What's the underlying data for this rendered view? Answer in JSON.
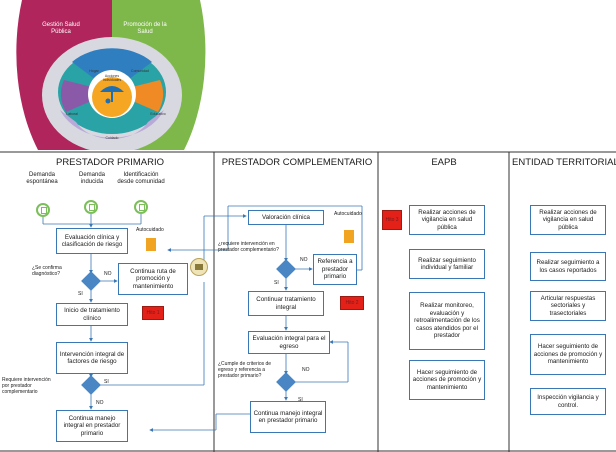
{
  "wheel": {
    "left_segment": "Gestión Salud Pública",
    "right_segment": "Promoción de la Salud",
    "center": "Acciones Individuales",
    "items": [
      "Hogar",
      "Comunidad",
      "Laboral",
      "Educativo"
    ],
    "bottom": "Cuidado"
  },
  "lanes": {
    "primario": "PRESTADOR PRIMARIO",
    "complementario": "PRESTADOR COMPLEMENTARIO",
    "eapb": "EAPB",
    "territorial": "ENTIDAD TERRITORIAL"
  },
  "primario": {
    "start1": "Demanda espontánea",
    "start2": "Demanda inducida",
    "start3": "Identificación desde comunidad",
    "eval": "Evaluación clínica y clasificación de riesgo",
    "autocuidado": "Autocuidado",
    "question": "¿Se confirma diagnóstico?",
    "no": "NO",
    "si": "SI",
    "ruta": "Continua ruta de promoción y mantenimiento",
    "inicio": "Inicio de tratamiento clínico",
    "hito1": "Hito 1",
    "intervencion": "Intervención integral de factores de riesgo",
    "q2": "Requiere intervención por prestador complementario",
    "si2": "SI",
    "no2": "NO",
    "continua": "Continua manejo integral en prestador primario"
  },
  "complementario": {
    "valoracion": "Valoración clínica",
    "autocuidado": "Autocuidado",
    "q1": "¿requiere intervención en prestador complementario?",
    "no": "NO",
    "si": "SI",
    "referencia": "Referencia a prestador primario",
    "continuar": "Continuar tratamiento integral",
    "hito2": "Hito 2",
    "eval_egreso": "Evaluación integral para el egreso",
    "q2": "¿Cumple de criterios de egreso y referencia a prestador primario?",
    "no2": "NO",
    "si2": "SI",
    "continua": "Continua manejo integral en prestador primario"
  },
  "eapb": {
    "hito3": "Hito 3",
    "items": [
      "Realizar acciones de vigilancia en salud pública",
      "Realizar seguimiento individual y familiar",
      "Realizar monitoreo, evaluación y retroalimentación de los casos atendidos por el prestador",
      "Hacer seguimiento de acciones de promoción y mantenimiento"
    ]
  },
  "territorial": {
    "items": [
      "Realizar acciones de vigilancia en salud pública",
      "Realizar seguimiento a los casos reportados",
      "Articular respuestas sectoriales y trasectoriales",
      "Hacer seguimiento de acciones de promoción y mantenimiento",
      "Inspección vigilancia y control."
    ]
  },
  "colors": {
    "wheel_magenta": "#b0255c",
    "wheel_green": "#7fb84a",
    "box_border": "#3a78b5",
    "diamond": "#4a86c4",
    "hito": "#e32119",
    "start": "#7cbf5a"
  }
}
